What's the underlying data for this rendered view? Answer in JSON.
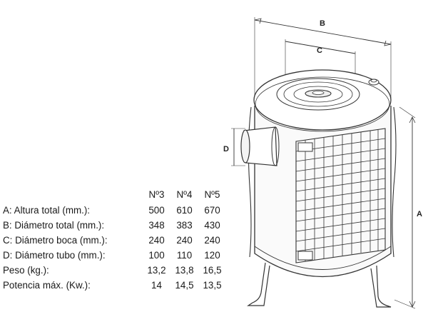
{
  "dimensions": {
    "a": "A",
    "b": "B",
    "c": "C",
    "d": "D"
  },
  "table": {
    "headers": [
      "Nº3",
      "Nº4",
      "Nº5"
    ],
    "rows": [
      {
        "label": "A: Altura total (mm.):",
        "values": [
          "500",
          "610",
          "670"
        ]
      },
      {
        "label": "B: Diámetro total (mm.):",
        "values": [
          "348",
          "383",
          "430"
        ]
      },
      {
        "label": "C: Diámetro boca (mm.):",
        "values": [
          "240",
          "240",
          "240"
        ]
      },
      {
        "label": "D: Diámetro tubo (mm.):",
        "values": [
          "100",
          "110",
          "120"
        ]
      },
      {
        "label": "Peso (kg.):",
        "values": [
          "13,2",
          "13,8",
          "16,5"
        ]
      },
      {
        "label": "Potencia máx. (Kw.):",
        "values": [
          "14",
          "14,5",
          "13,5"
        ]
      }
    ]
  }
}
